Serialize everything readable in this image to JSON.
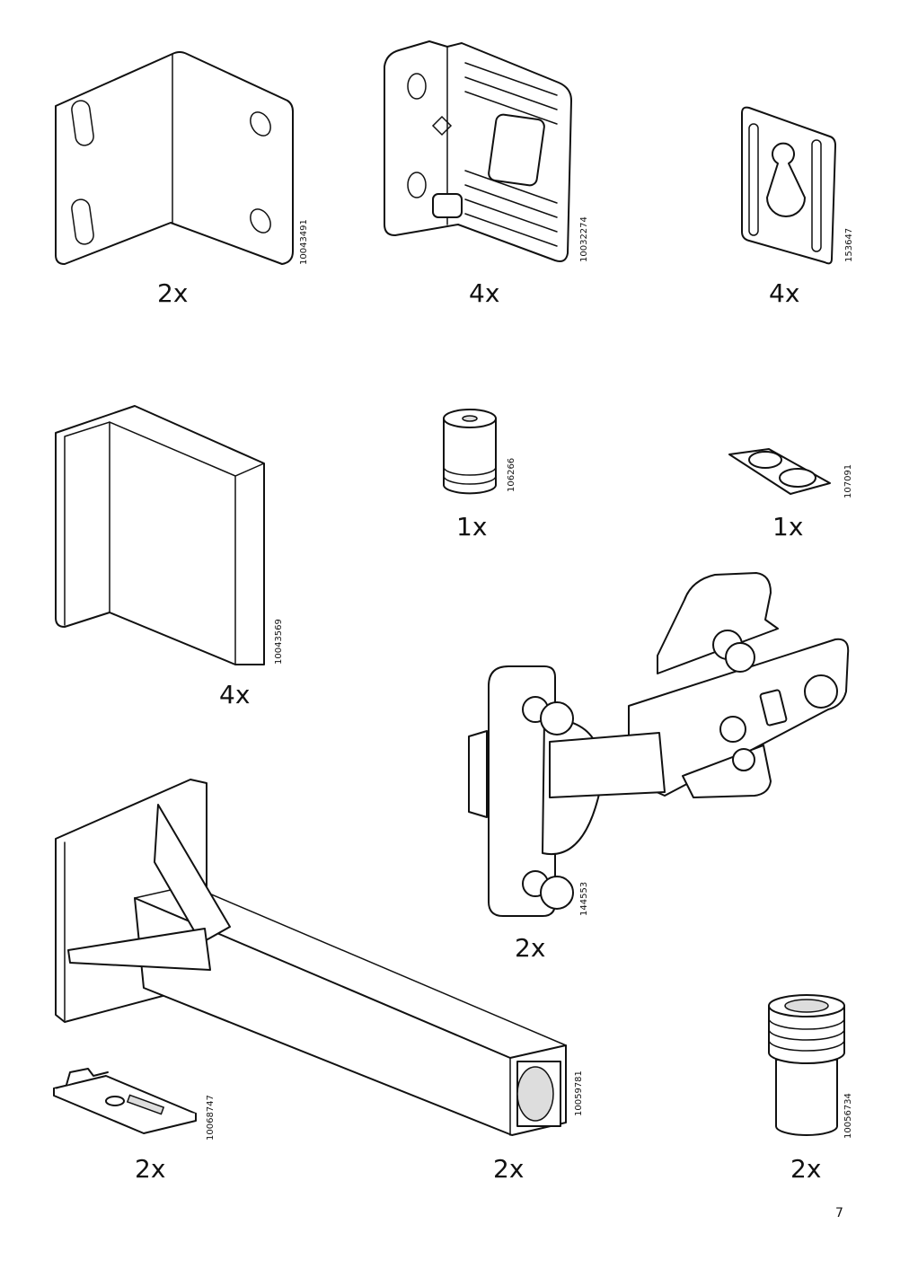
{
  "parts": [
    {
      "id": "corner-bracket",
      "qty": "2x",
      "article": "10043491",
      "icon": "angle-bracket-icon"
    },
    {
      "id": "hanging-bracket",
      "qty": "4x",
      "article": "10032274",
      "icon": "corner-fitting-icon"
    },
    {
      "id": "keyhole-plate",
      "qty": "4x",
      "article": "153647",
      "icon": "keyhole-plate-icon"
    },
    {
      "id": "angle-profile",
      "qty": "4x",
      "article": "10043569",
      "icon": "angle-profile-icon"
    },
    {
      "id": "spacer",
      "qty": "1x",
      "article": "106266",
      "icon": "spacer-icon"
    },
    {
      "id": "bumper-pads",
      "qty": "1x",
      "article": "107091",
      "icon": "bumper-pad-icon"
    },
    {
      "id": "hinge",
      "qty": "2x",
      "article": "144553",
      "icon": "hinge-icon"
    },
    {
      "id": "support-leg",
      "qty": "2x",
      "article": "10059781",
      "icon": "support-leg-icon"
    },
    {
      "id": "clip-plate",
      "qty": "2x",
      "article": "10068747",
      "icon": "clip-plate-icon"
    },
    {
      "id": "dowel",
      "qty": "2x",
      "article": "10056734",
      "icon": "dowel-icon"
    }
  ],
  "page_number": "7"
}
